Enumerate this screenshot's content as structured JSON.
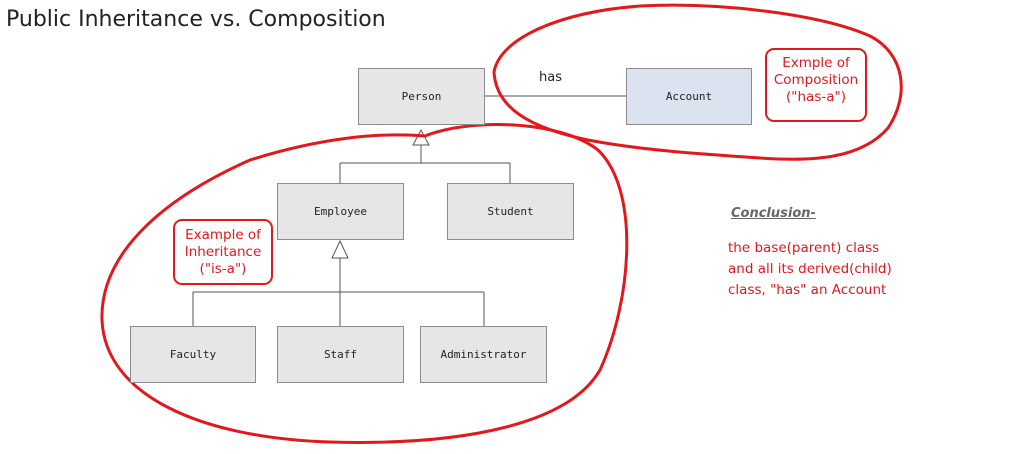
{
  "page": {
    "title": "Public Inheritance vs. Composition"
  },
  "diagram": {
    "nodes": {
      "person": "Person",
      "account": "Account",
      "employee": "Employee",
      "student": "Student",
      "faculty": "Faculty",
      "staff": "Staff",
      "administrator": "Administrator"
    },
    "association_label": "has"
  },
  "annotations": {
    "composition": [
      "Exmple of",
      "Composition",
      "(\"has-a\")"
    ],
    "inheritance": [
      "Example of",
      "Inheritance",
      "(\"is-a\")"
    ]
  },
  "conclusion": {
    "heading": "Conclusion-",
    "lines": [
      "the base(parent) class",
      "and all its derived(child)",
      "class, \"has\" an Account"
    ]
  },
  "colors": {
    "annotation_red": "#e0191c",
    "box_fill": "#e6e6e6",
    "account_fill": "#dbe3f1"
  }
}
